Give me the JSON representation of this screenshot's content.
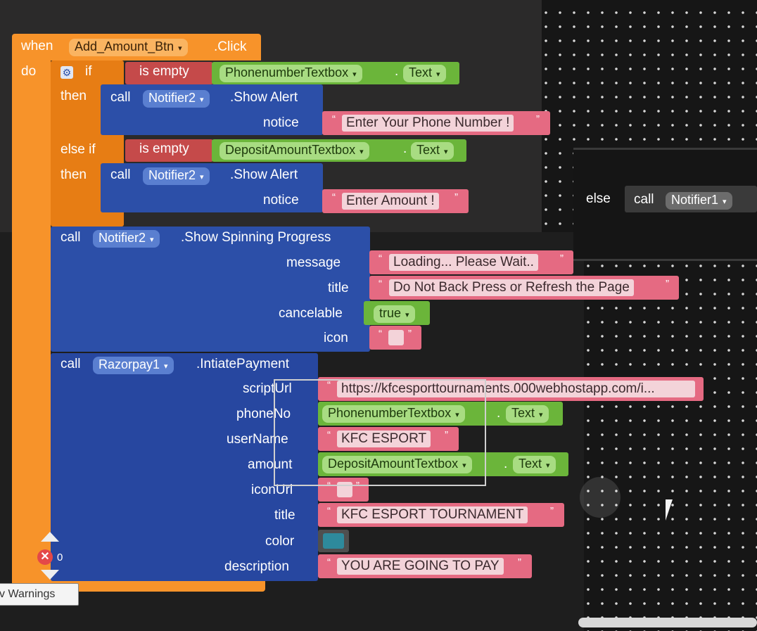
{
  "event": {
    "when_label": "when",
    "component": "Add_Amount_Btn",
    "event_name": ".Click",
    "do_label": "do"
  },
  "if_block": {
    "if_label": "if",
    "then_label": "then",
    "else_if_label": "else if",
    "is_empty_label": "is empty",
    "cond1_component": "PhonenumberTextbox",
    "cond1_property": "Text",
    "cond2_component": "DepositAmountTextbox",
    "cond2_property": "Text"
  },
  "alert1": {
    "call_label": "call",
    "component": "Notifier2",
    "method": ".Show Alert",
    "notice_label": "notice",
    "notice_value": "Enter Your Phone Number !"
  },
  "alert2": {
    "call_label": "call",
    "component": "Notifier2",
    "method": ".Show Alert",
    "notice_label": "notice",
    "notice_value": "Enter Amount !"
  },
  "spinner": {
    "call_label": "call",
    "component": "Notifier2",
    "method": ".Show Spinning Progress",
    "message_label": "message",
    "message_value": "Loading... Please Wait..",
    "title_label": "title",
    "title_value": "Do Not Back Press or Refresh the Page",
    "cancelable_label": "cancelable",
    "cancelable_value": "true",
    "icon_label": "icon"
  },
  "payment": {
    "call_label": "call",
    "component": "Razorpay1",
    "method": ".IntiatePayment",
    "scripturl_label": "scriptUrl",
    "scripturl_value": "https://kfcesporttournaments.000webhostapp.com/i...",
    "phoneno_label": "phoneNo",
    "phoneno_component": "PhonenumberTextbox",
    "phoneno_property": "Text",
    "username_label": "userName",
    "username_value": "KFC ESPORT",
    "amount_label": "amount",
    "amount_component": "DepositAmountTextbox",
    "amount_property": "Text",
    "iconurl_label": "iconUrl",
    "title_label": "title",
    "title_value": "KFC ESPORT TOURNAMENT",
    "color_label": "color",
    "description_label": "description",
    "description_value": "YOU ARE GOING TO PAY"
  },
  "side_block": {
    "else_label": "else",
    "call_label": "call",
    "component": "Notifier1"
  },
  "workspace": {
    "error_count": "0",
    "warnings_label": "v Warnings",
    "quote": "“",
    "quote_close": "”"
  },
  "colors": {
    "event": "#f7932a",
    "control": "#e77d14",
    "logic": "#c54a4a",
    "component_call": "#2c4fa8",
    "property_getter": "#6bb53a",
    "text": "#e56a82",
    "color_swatch": "#2e8a9c"
  }
}
